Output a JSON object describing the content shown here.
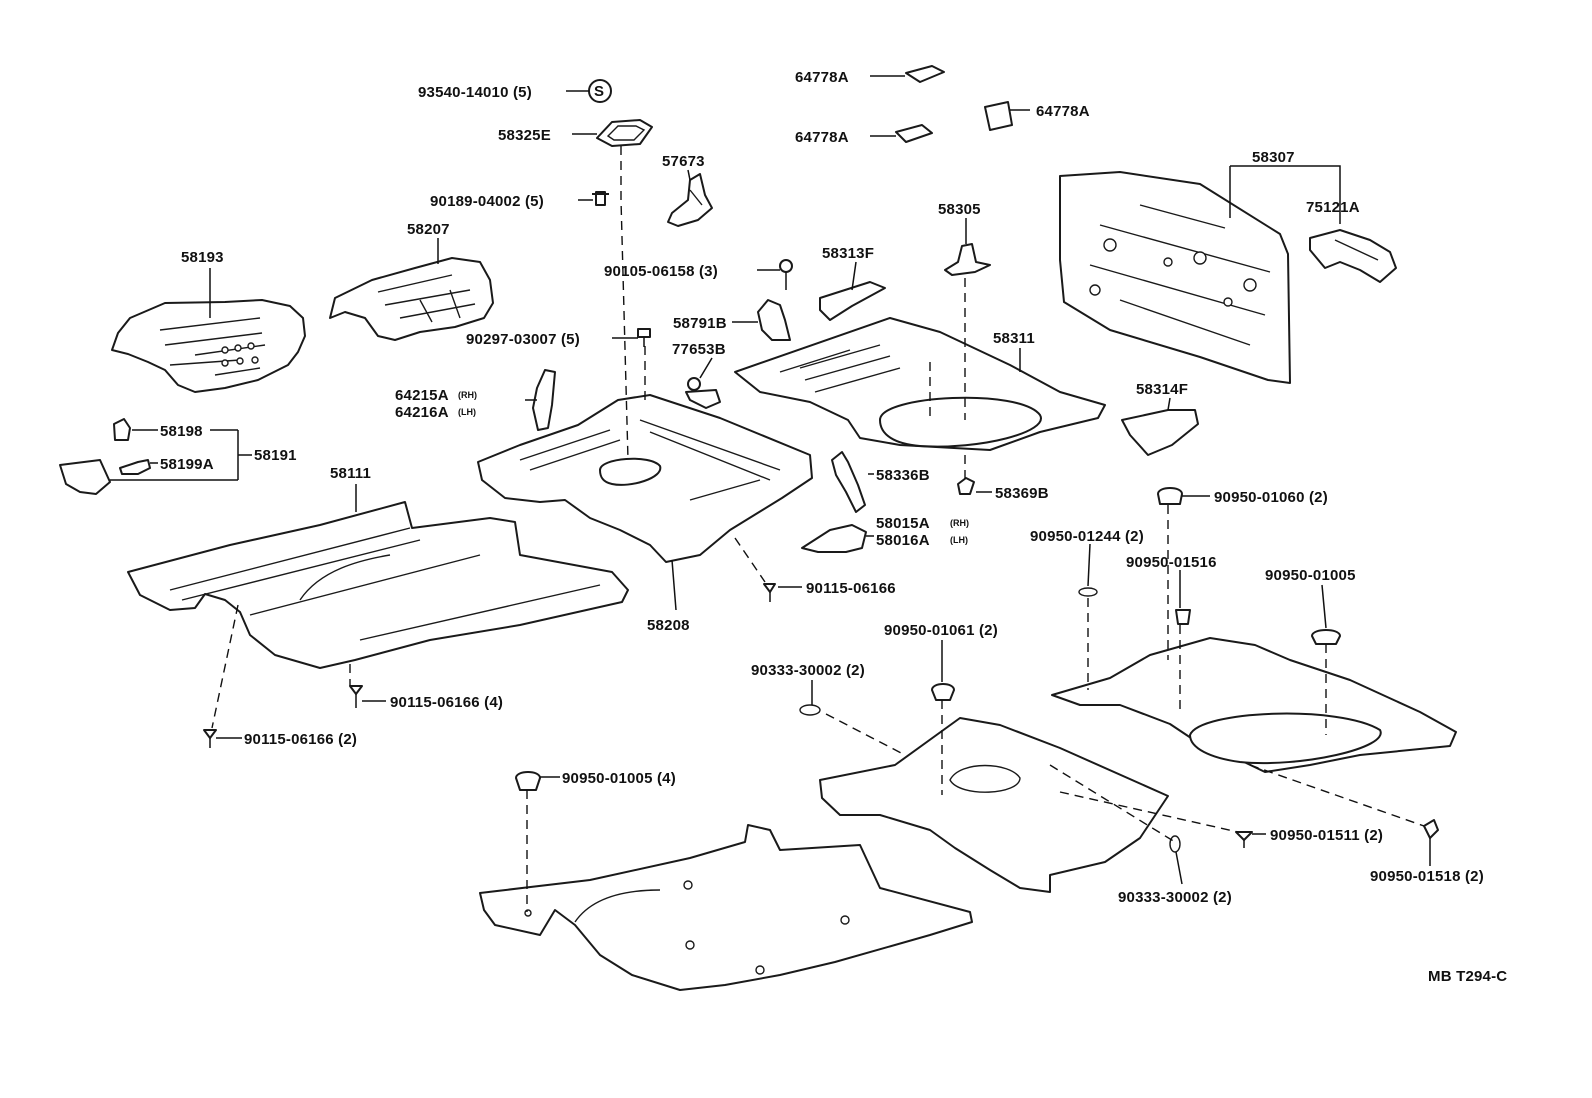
{
  "diagram_code": "MB T294-C",
  "labels": {
    "p93540": "93540-14010 (5)",
    "s_symbol": "S",
    "p58325E": "58325E",
    "p90189": "90189-04002 (5)",
    "p57673": "57673",
    "p64778A_1": "64778A",
    "p64778A_2": "64778A",
    "p64778A_3": "64778A",
    "p58307": "58307",
    "p75121A": "75121A",
    "p58305": "58305",
    "p58193": "58193",
    "p58207": "58207",
    "p90105": "90105-06158 (3)",
    "p58313F": "58313F",
    "p58791B": "58791B",
    "p90297": "90297-03007 (5)",
    "p77653B": "77653B",
    "p58311": "58311",
    "p64215A": "64215A",
    "p64215A_side": "(RH)",
    "p64216A": "64216A",
    "p64216A_side": "(LH)",
    "p58314F": "58314F",
    "p58198": "58198",
    "p58199A": "58199A",
    "p58191": "58191",
    "p58336B": "58336B",
    "p58369B": "58369B",
    "p90950_01060": "90950-01060 (2)",
    "p58111": "58111",
    "p58015A": "58015A",
    "p58015A_side": "(RH)",
    "p58016A": "58016A",
    "p58016A_side": "(LH)",
    "p90950_01244": "90950-01244 (2)",
    "p90950_01516": "90950-01516",
    "p90950_01005_r": "90950-01005",
    "p90115_06166": "90115-06166",
    "p58208": "58208",
    "p90950_01061": "90950-01061 (2)",
    "p90333_a": "90333-30002 (2)",
    "p90115_4": "90115-06166 (4)",
    "p90115_2": "90115-06166 (2)",
    "p90950_01005_4": "90950-01005 (4)",
    "p90950_01511": "90950-01511 (2)",
    "p90950_01518": "90950-01518 (2)",
    "p90333_b": "90333-30002 (2)"
  }
}
